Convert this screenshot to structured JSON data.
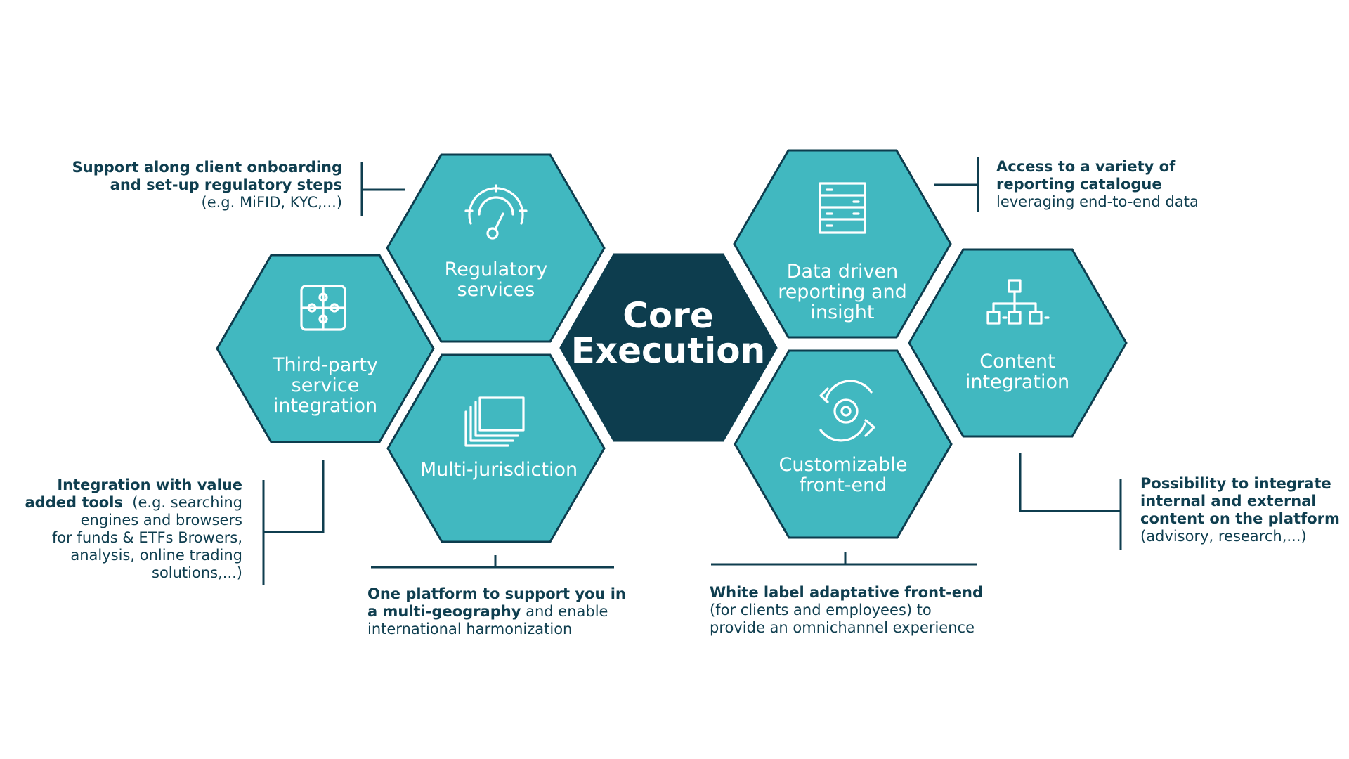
{
  "diagram": {
    "core": {
      "line1": "Core",
      "line2": "Execution"
    },
    "hexes": {
      "regulatory": {
        "line1": "Regulatory",
        "line2": "services",
        "icon": "gauge-icon"
      },
      "third_party": {
        "line1": "Third-party",
        "line2": "service",
        "line3": "integration",
        "icon": "puzzle-icon"
      },
      "multi_jurisdiction": {
        "line1": "Multi-jurisdiction",
        "icon": "stacked-documents-icon"
      },
      "data_driven": {
        "line1": "Data driven",
        "line2": "reporting and",
        "line3": "insight",
        "icon": "server-rack-icon"
      },
      "customizable": {
        "line1": "Customizable",
        "line2": "front-end",
        "icon": "gear-cycle-icon"
      },
      "content": {
        "line1": "Content",
        "line2": "integration",
        "icon": "hierarchy-icon"
      }
    },
    "notes": {
      "regulatory": {
        "bold1": "Support along client onboarding",
        "bold2": "and set-up regulatory steps",
        "normal": "(e.g. MiFID, KYC,...)"
      },
      "third_party": {
        "bold1": "Integration with value",
        "bold2": "added tools",
        "normal1": "(e.g. searching",
        "normal2": "engines and browsers",
        "normal3": "for funds & ETFs Browers,",
        "normal4": "analysis, online trading",
        "normal5": "solutions,...)"
      },
      "multi_jurisdiction": {
        "bold1": "One platform to support you in",
        "bold2": "a multi-geography",
        "normal1": "and enable",
        "normal2": "international harmonization"
      },
      "data_driven": {
        "bold1": "Access to a variety of",
        "bold2": "reporting catalogue",
        "normal": "leveraging end-to-end data"
      },
      "customizable": {
        "bold1": "White label adaptative front-end",
        "normal1": "(for clients and employees) to",
        "normal2": "provide an omnichannel experience"
      },
      "content": {
        "bold1": "Possibility to integrate",
        "bold2": "internal and external",
        "bold3": "content on the platform",
        "normal": "(advisory, research,...)"
      }
    },
    "colors": {
      "teal": "#41b8c0",
      "dark": "#0d3d4e",
      "text": "#0f3e4f",
      "white": "#ffffff"
    }
  }
}
